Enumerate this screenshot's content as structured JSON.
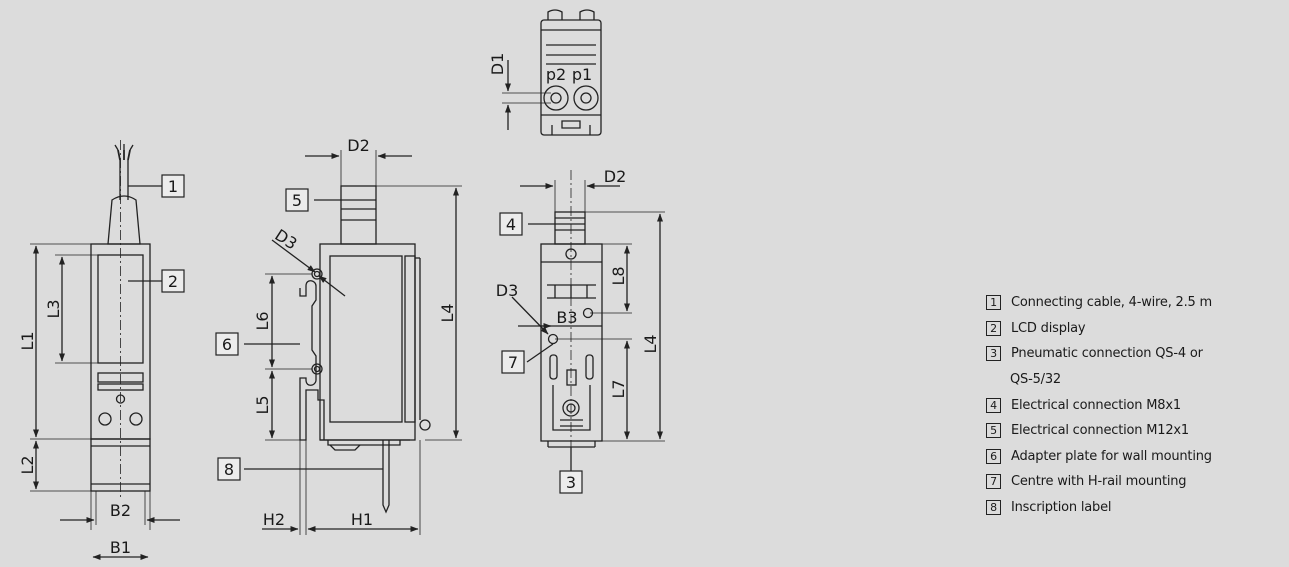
{
  "callouts": [
    "1",
    "2",
    "3",
    "4",
    "5",
    "6",
    "7",
    "8"
  ],
  "dimensions": {
    "L1": "L1",
    "L2": "L2",
    "L3": "L3",
    "L4": "L4",
    "L5": "L5",
    "L6": "L6",
    "L7": "L7",
    "L8": "L8",
    "B1": "B1",
    "B2": "B2",
    "B3": "B3",
    "H1": "H1",
    "H2": "H2",
    "D1": "D1",
    "D2": "D2",
    "D3": "D3"
  },
  "ports": {
    "p1": "p1",
    "p2": "p2"
  },
  "legend": [
    {
      "num": "1",
      "text": "Connecting cable, 4-wire, 2.5 m"
    },
    {
      "num": "2",
      "text": "LCD display"
    },
    {
      "num": "3",
      "text": "Pneumatic connection QS-4 or",
      "cont": "QS-5/32"
    },
    {
      "num": "4",
      "text": "Electrical connection M8x1"
    },
    {
      "num": "5",
      "text": "Electrical connection M12x1"
    },
    {
      "num": "6",
      "text": "Adapter plate for wall mounting"
    },
    {
      "num": "7",
      "text": "Centre with H-rail mounting"
    },
    {
      "num": "8",
      "text": "Inscription label"
    }
  ]
}
